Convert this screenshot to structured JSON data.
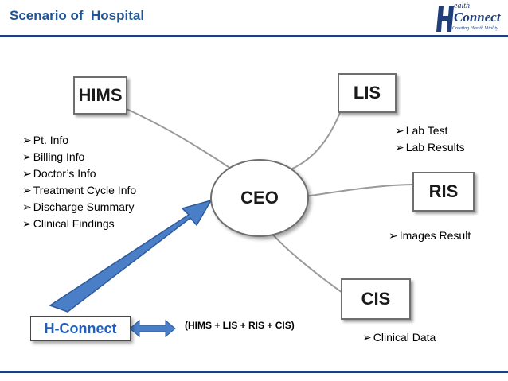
{
  "header": {
    "title": "Scenario of  Hospital",
    "logo": {
      "top_text": "ealth",
      "main_text": "Connect",
      "tagline": "Creating Health Vitality"
    }
  },
  "nodes": {
    "hims": "HIMS",
    "lis": "LIS",
    "ris": "RIS",
    "cis": "CIS",
    "ceo": "CEO",
    "hconnect": "H-Connect"
  },
  "bullet_mark": "➢",
  "hims_list": [
    "Pt. Info",
    "Billing Info",
    "Doctor’s Info",
    "Treatment Cycle Info",
    "Discharge Summary",
    "Clinical Findings"
  ],
  "lis_list": [
    "Lab Test",
    "Lab Results"
  ],
  "ris_note": "Images Result",
  "cis_note": "Clinical Data",
  "formula": "(HIMS + LIS + RIS + CIS)",
  "colors": {
    "title": "#1f5596",
    "rule": "#1f3f7a",
    "arrow_fill": "#4a7fc8",
    "arrow_stroke": "#2d5a9a",
    "hconnect_text": "#1f5fbf"
  }
}
